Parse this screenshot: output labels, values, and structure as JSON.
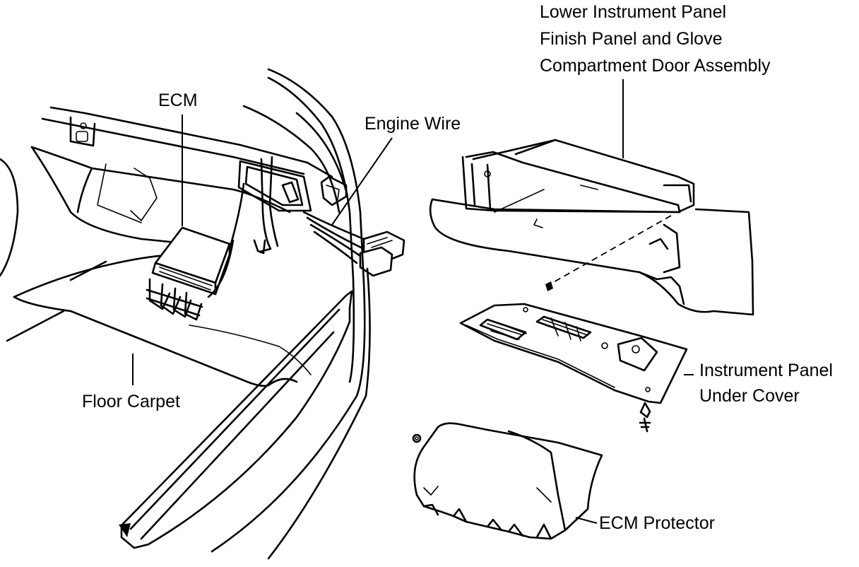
{
  "labels": {
    "lower_panel": [
      "Lower Instrument Panel",
      "Finish Panel and Glove",
      "Compartment Door Assembly"
    ],
    "ecm": "ECM",
    "engine_wire": "Engine Wire",
    "floor_carpet": "Floor Carpet",
    "under_cover": [
      "Instrument Panel",
      "Under Cover"
    ],
    "ecm_protector": "ECM Protector"
  }
}
